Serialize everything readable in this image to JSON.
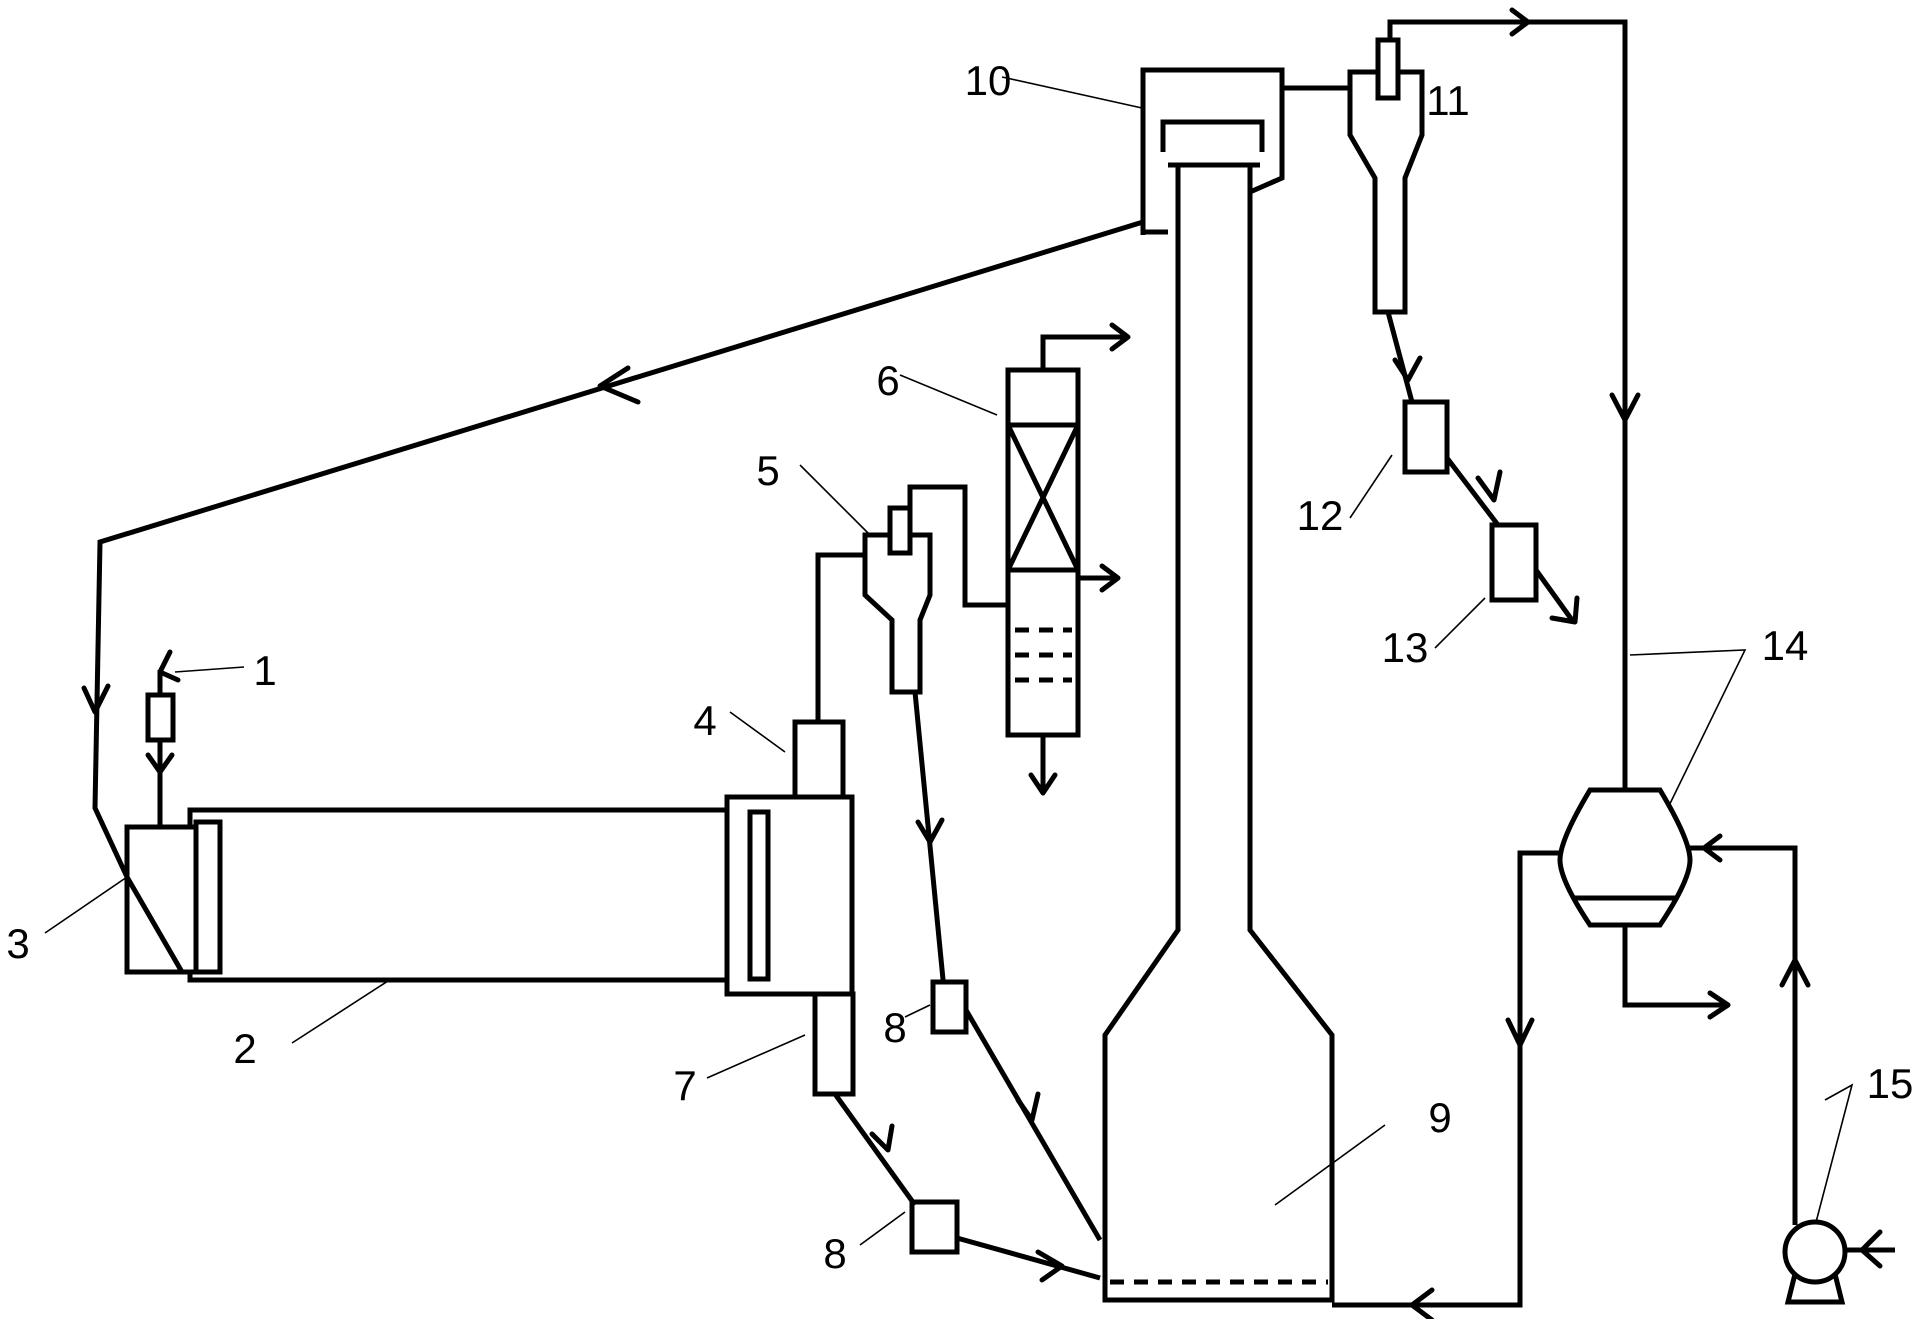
{
  "labels": {
    "l1": "1",
    "l2": "2",
    "l3": "3",
    "l4": "4",
    "l5": "5",
    "l6": "6",
    "l7": "7",
    "l8a": "8",
    "l8b": "8",
    "l9": "9",
    "l10": "10",
    "l11": "11",
    "l12": "12",
    "l13": "13",
    "l14": "14",
    "l15": "15"
  }
}
